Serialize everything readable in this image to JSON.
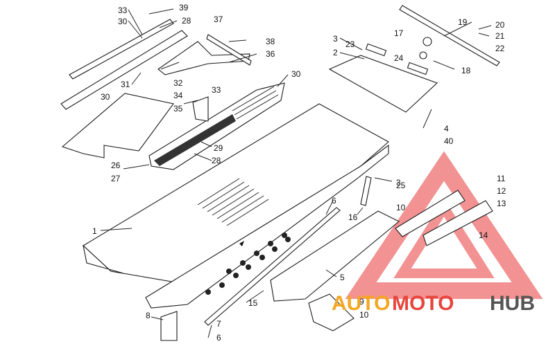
{
  "diagram": {
    "labels": [
      "1",
      "2",
      "3",
      "3",
      "4",
      "5",
      "6",
      "6",
      "7",
      "8",
      "9",
      "10",
      "10",
      "11",
      "12",
      "13",
      "14",
      "15",
      "16",
      "17",
      "18",
      "19",
      "20",
      "21",
      "22",
      "23",
      "24",
      "25",
      "26",
      "27",
      "28",
      "28",
      "29",
      "30",
      "30",
      "30",
      "31",
      "32",
      "33",
      "33",
      "34",
      "35",
      "36",
      "37",
      "38",
      "39",
      "40"
    ]
  },
  "watermark": {
    "brand_a": "AUTO",
    "brand_b": "MOTO",
    "brand_c": "HUB",
    "color_a": "#f5a623",
    "color_b": "#e8453c",
    "color_c": "#555555",
    "triangle_color": "#f08080"
  }
}
